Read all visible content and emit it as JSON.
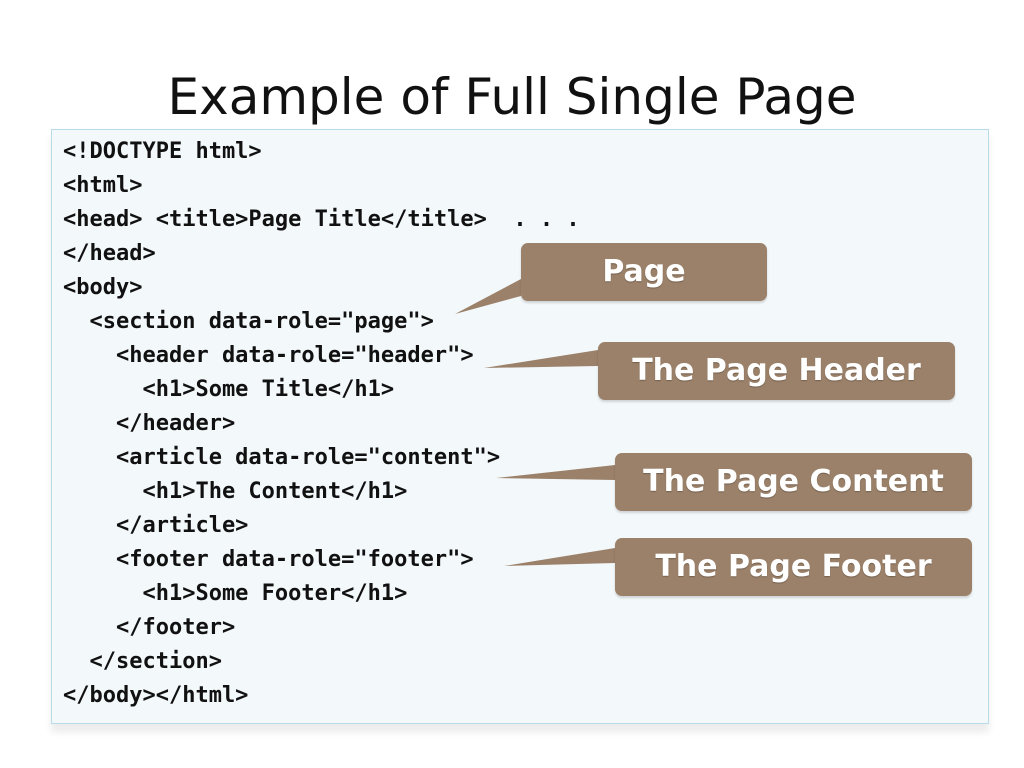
{
  "slide": {
    "title": "Example of Full Single Page"
  },
  "code": {
    "lines": [
      "<!DOCTYPE html>",
      "<html>",
      "<head> <title>Page Title</title>  . . .",
      "</head>",
      "<body>",
      "  <section data-role=\"page\">",
      "    <header data-role=\"header\">",
      "      <h1>Some Title</h1>",
      "    </header>",
      "    <article data-role=\"content\">",
      "      <h1>The Content</h1>",
      "    </article>",
      "    <footer data-role=\"footer\">",
      "      <h1>Some Footer</h1>",
      "    </footer>",
      "  </section>",
      "</body></html>"
    ]
  },
  "callouts": {
    "page": "Page",
    "header": "The Page Header",
    "content": "The Page Content",
    "footer": "The Page Footer"
  },
  "colors": {
    "callout_fill": "#9b8169",
    "code_background": "#f3f8fb",
    "code_border": "#b9dbe7"
  }
}
